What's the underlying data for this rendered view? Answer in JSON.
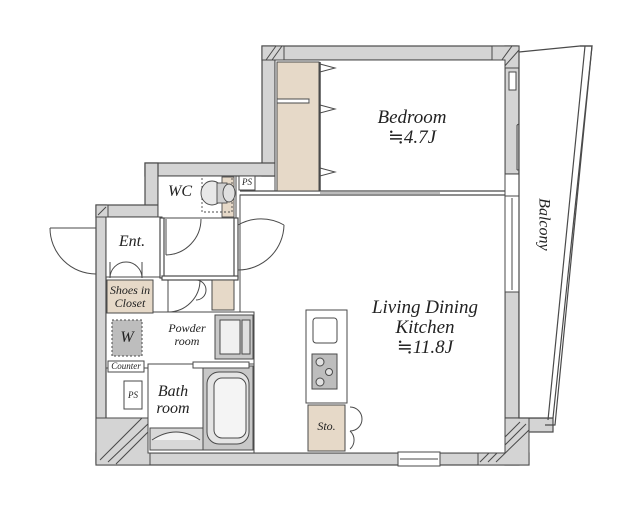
{
  "floorplan": {
    "colors": {
      "wall_fill": "#d4d4d4",
      "wall_stroke": "#4a4a4a",
      "storage_fill": "#e6d9c8",
      "washer_fill": "#bdbdbd",
      "background": "#ffffff"
    },
    "rooms": {
      "bedroom": {
        "name": "Bedroom",
        "area": "≒4.7J"
      },
      "ldk": {
        "name_line1": "Living Dining",
        "name_line2": "Kitchen",
        "area": "≒11.8J"
      },
      "balcony": {
        "name": "Balcony"
      },
      "wc": {
        "name": "WC"
      },
      "wc_ps": {
        "name": "PS"
      },
      "entrance": {
        "name": "Ent."
      },
      "shoes_closet": {
        "name_line1": "Shoes in",
        "name_line2": "Closet"
      },
      "powder_room": {
        "name_line1": "Powder",
        "name_line2": "room"
      },
      "washer": {
        "name": "W"
      },
      "counter": {
        "name": "Counter"
      },
      "bath_ps": {
        "name": "PS"
      },
      "bath_room": {
        "name_line1": "Bath",
        "name_line2": "room"
      },
      "storage": {
        "name": "Sto."
      }
    }
  }
}
